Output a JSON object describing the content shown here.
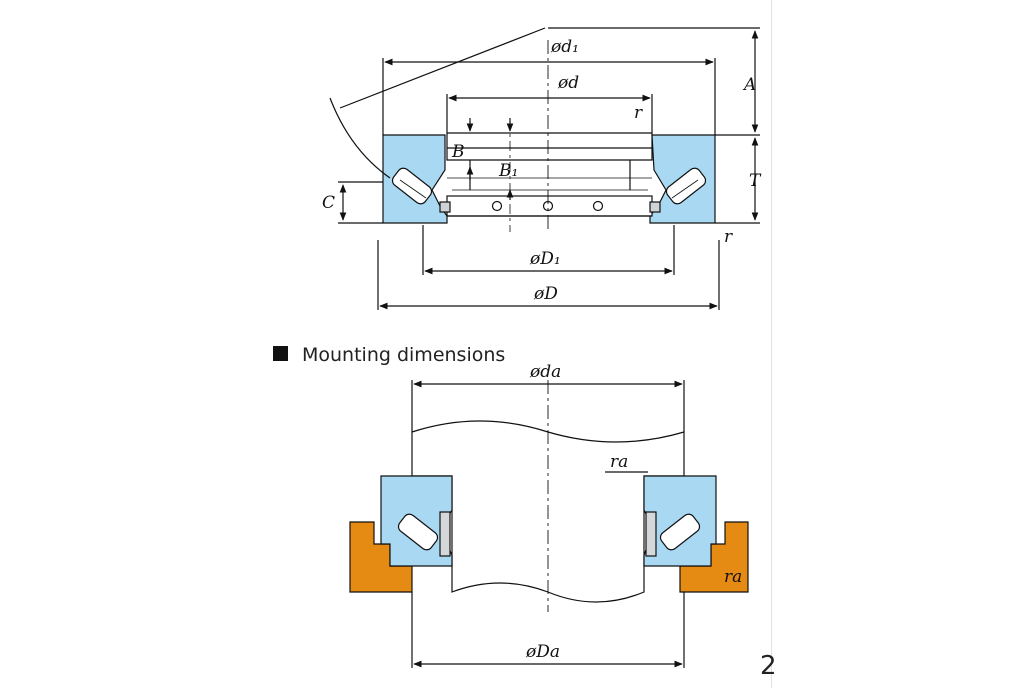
{
  "top_diagram": {
    "labels": {
      "d1": "ød₁",
      "d": "ød",
      "r_top": "r",
      "A": "A",
      "B": "B",
      "B1": "B₁",
      "C": "C",
      "T": "T",
      "r_bottom": "r",
      "D1": "øD₁",
      "D": "øD"
    }
  },
  "mounting": {
    "heading": "Mounting dimensions",
    "labels": {
      "da": "øda",
      "ra_top": "ra",
      "ra_right": "ra",
      "Da": "øDa"
    }
  },
  "page_number": "2",
  "colors": {
    "bearing_ring": "#a9d8f3",
    "housing": "#e58a12",
    "line": "#111111"
  }
}
